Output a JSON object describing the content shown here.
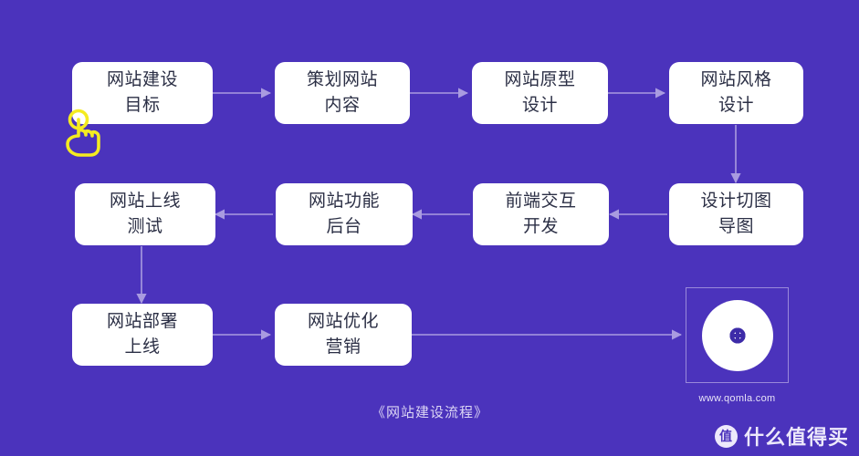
{
  "background_color": "#4B33BC",
  "node_fill": "#FFFFFF",
  "node_text_color": "#2B2F45",
  "connector_color": "#A99BE0",
  "cursor_color": "#F4EB21",
  "caption": {
    "text": "《网站建设流程》"
  },
  "nodes": [
    {
      "id": "n1",
      "line1": "网站建设",
      "line2": "目标"
    },
    {
      "id": "n2",
      "line1": "策划网站",
      "line2": "内容"
    },
    {
      "id": "n3",
      "line1": "网站原型",
      "line2": "设计"
    },
    {
      "id": "n4",
      "line1": "网站风格",
      "line2": "设计"
    },
    {
      "id": "n5",
      "line1": "网站上线",
      "line2": "测试"
    },
    {
      "id": "n6",
      "line1": "网站功能",
      "line2": "后台"
    },
    {
      "id": "n7",
      "line1": "前端交互",
      "line2": "开发"
    },
    {
      "id": "n8",
      "line1": "设计切图",
      "line2": "导图"
    },
    {
      "id": "n9",
      "line1": "网站部署",
      "line2": "上线"
    },
    {
      "id": "n10",
      "line1": "网站优化",
      "line2": "营销"
    }
  ],
  "logo": {
    "icon_name": "qomla-pinwheel-logo",
    "url": "www.qomla.com"
  },
  "watermark": {
    "badge": "值",
    "label": "什么值得买"
  },
  "cursor": {
    "icon_name": "tap-hand-cursor"
  }
}
